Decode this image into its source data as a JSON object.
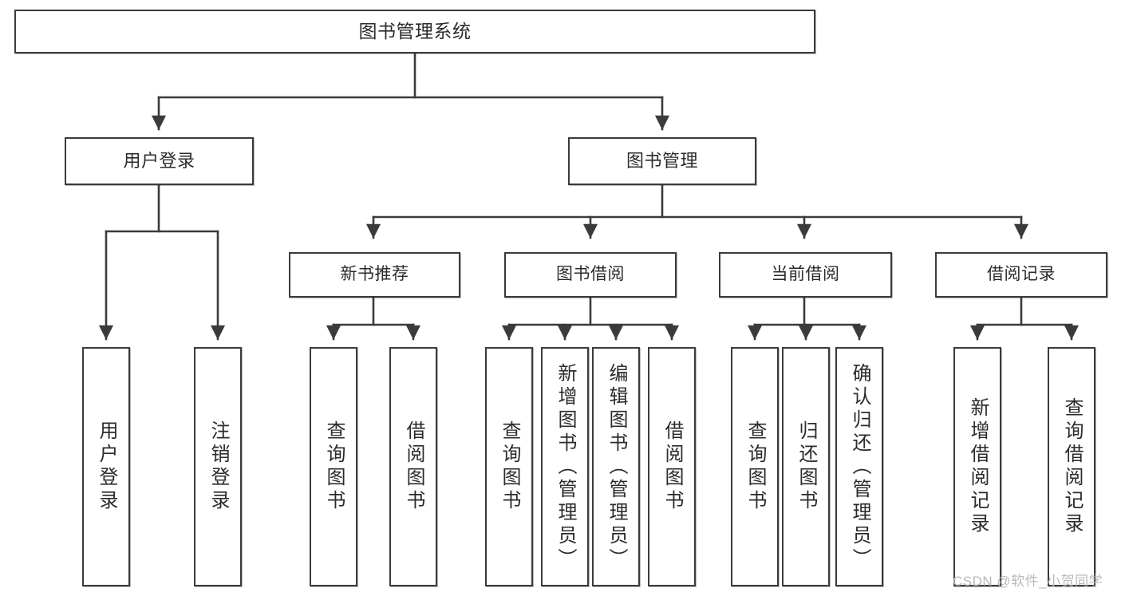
{
  "diagram": {
    "type": "tree-hierarchy",
    "title": "图书管理系统",
    "watermark": "CSDN @软件_小贺同学",
    "colors": {
      "box_border": "#3b3b3b",
      "box_fill": "#ffffff",
      "connector": "#3b3b3b",
      "text": "#2b2b2b",
      "watermark": "#b9b9b9",
      "background": "#ffffff"
    },
    "nodes": {
      "root": {
        "label": "图书管理系统",
        "level": 0
      },
      "level1": [
        {
          "id": "user-login",
          "label": "用户登录"
        },
        {
          "id": "book-management",
          "label": "图书管理"
        }
      ],
      "level2": [
        {
          "id": "new-book-recommend",
          "label": "新书推荐",
          "parent": "book-management"
        },
        {
          "id": "book-borrow",
          "label": "图书借阅",
          "parent": "book-management"
        },
        {
          "id": "current-borrow",
          "label": "当前借阅",
          "parent": "book-management"
        },
        {
          "id": "borrow-record",
          "label": "借阅记录",
          "parent": "book-management"
        }
      ],
      "leaves": [
        {
          "id": "leaf-user-login",
          "label": "用户登录",
          "parent": "user-login"
        },
        {
          "id": "leaf-logout-login",
          "label": "注销登录",
          "parent": "user-login"
        },
        {
          "id": "leaf-query-book-1",
          "label": "查询图书",
          "parent": "new-book-recommend"
        },
        {
          "id": "leaf-borrow-book-1",
          "label": "借阅图书",
          "parent": "new-book-recommend"
        },
        {
          "id": "leaf-query-book-2",
          "label": "查询图书",
          "parent": "book-borrow"
        },
        {
          "id": "leaf-add-book",
          "label": "新增图书（管理员）",
          "parent": "book-borrow"
        },
        {
          "id": "leaf-edit-book",
          "label": "编辑图书（管理员）",
          "parent": "book-borrow"
        },
        {
          "id": "leaf-borrow-book-2",
          "label": "借阅图书",
          "parent": "book-borrow"
        },
        {
          "id": "leaf-query-book-3",
          "label": "查询图书",
          "parent": "current-borrow"
        },
        {
          "id": "leaf-return-book",
          "label": "归还图书",
          "parent": "current-borrow"
        },
        {
          "id": "leaf-confirm-return",
          "label": "确认归还（管理员）",
          "parent": "current-borrow"
        },
        {
          "id": "leaf-add-record",
          "label": "新增借阅记录",
          "parent": "borrow-record"
        },
        {
          "id": "leaf-query-record",
          "label": "查询借阅记录",
          "parent": "borrow-record"
        }
      ]
    }
  }
}
